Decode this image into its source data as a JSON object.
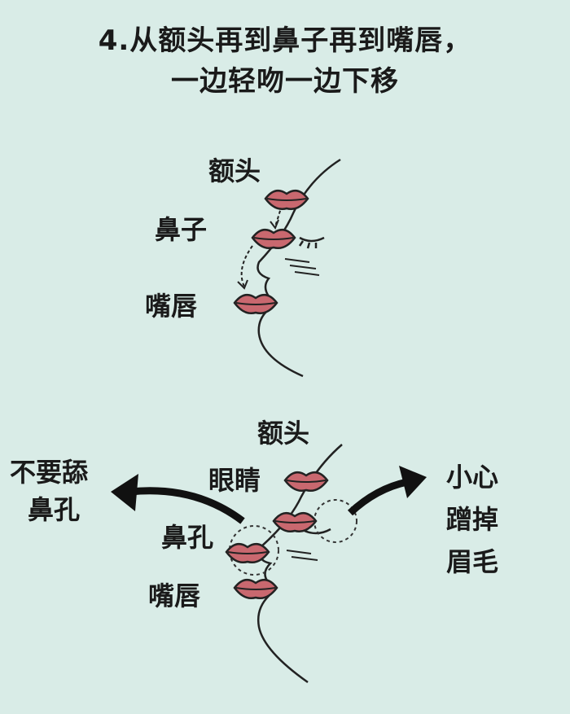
{
  "title": {
    "line1": "4.从额头再到鼻子再到嘴唇，",
    "line2": "一边轻吻一边下移"
  },
  "top_diagram": {
    "labels": [
      "额头",
      "鼻子",
      "嘴唇"
    ]
  },
  "bottom_diagram": {
    "labels": [
      "额头",
      "眼睛",
      "鼻孔",
      "嘴唇"
    ],
    "left_warning": [
      "不要舔",
      "鼻孔"
    ],
    "right_warning": [
      "小心",
      "蹭掉",
      "眉毛"
    ]
  },
  "colors": {
    "background": "#d9ece7",
    "lips": "#c9686f",
    "ink": "#1a1a1a"
  }
}
